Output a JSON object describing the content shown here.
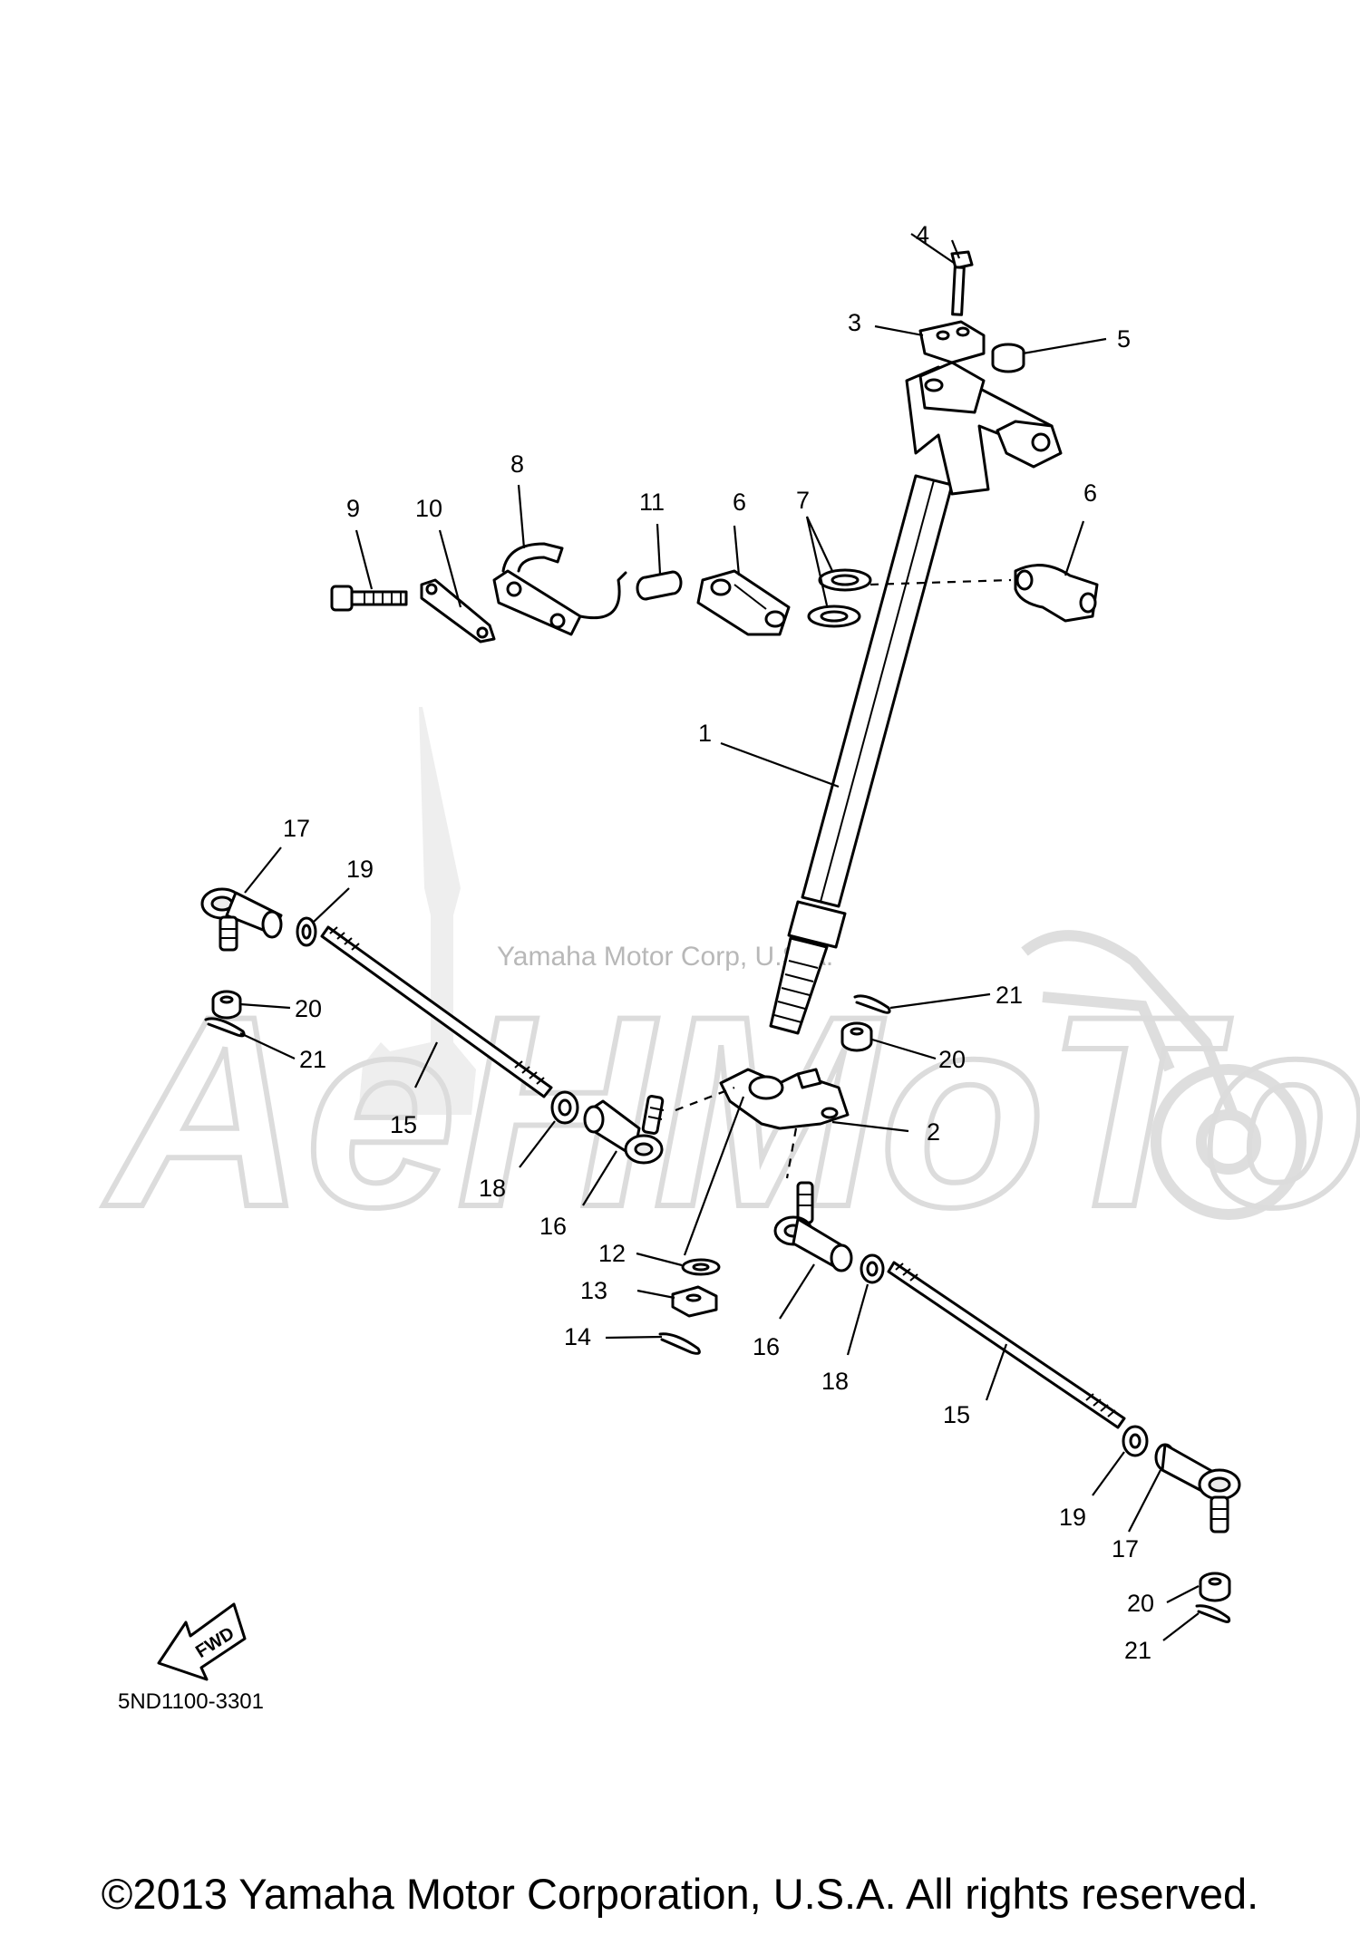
{
  "diagram_code": "5ND1100-3301",
  "watermark": {
    "caption": "Yamaha Motor Corp, U.S.A.",
    "logo_text": "AeHMoTo"
  },
  "fwd_label": "FWD",
  "copyright": "©2013 Yamaha Motor Corporation, U.S.A. All rights reserved.",
  "callouts": [
    {
      "id": "c1",
      "label": "1"
    },
    {
      "id": "c2",
      "label": "2"
    },
    {
      "id": "c3",
      "label": "3"
    },
    {
      "id": "c4",
      "label": "4"
    },
    {
      "id": "c5",
      "label": "5"
    },
    {
      "id": "c6a",
      "label": "6"
    },
    {
      "id": "c6b",
      "label": "6"
    },
    {
      "id": "c7",
      "label": "7"
    },
    {
      "id": "c8",
      "label": "8"
    },
    {
      "id": "c9",
      "label": "9"
    },
    {
      "id": "c10",
      "label": "10"
    },
    {
      "id": "c11",
      "label": "11"
    },
    {
      "id": "c12",
      "label": "12"
    },
    {
      "id": "c13",
      "label": "13"
    },
    {
      "id": "c14",
      "label": "14"
    },
    {
      "id": "c15a",
      "label": "15"
    },
    {
      "id": "c15b",
      "label": "15"
    },
    {
      "id": "c16a",
      "label": "16"
    },
    {
      "id": "c16b",
      "label": "16"
    },
    {
      "id": "c17a",
      "label": "17"
    },
    {
      "id": "c17b",
      "label": "17"
    },
    {
      "id": "c18a",
      "label": "18"
    },
    {
      "id": "c18b",
      "label": "18"
    },
    {
      "id": "c19a",
      "label": "19"
    },
    {
      "id": "c19b",
      "label": "19"
    },
    {
      "id": "c20a",
      "label": "20"
    },
    {
      "id": "c20b",
      "label": "20"
    },
    {
      "id": "c20c",
      "label": "20"
    },
    {
      "id": "c21a",
      "label": "21"
    },
    {
      "id": "c21b",
      "label": "21"
    },
    {
      "id": "c21c",
      "label": "21"
    }
  ]
}
